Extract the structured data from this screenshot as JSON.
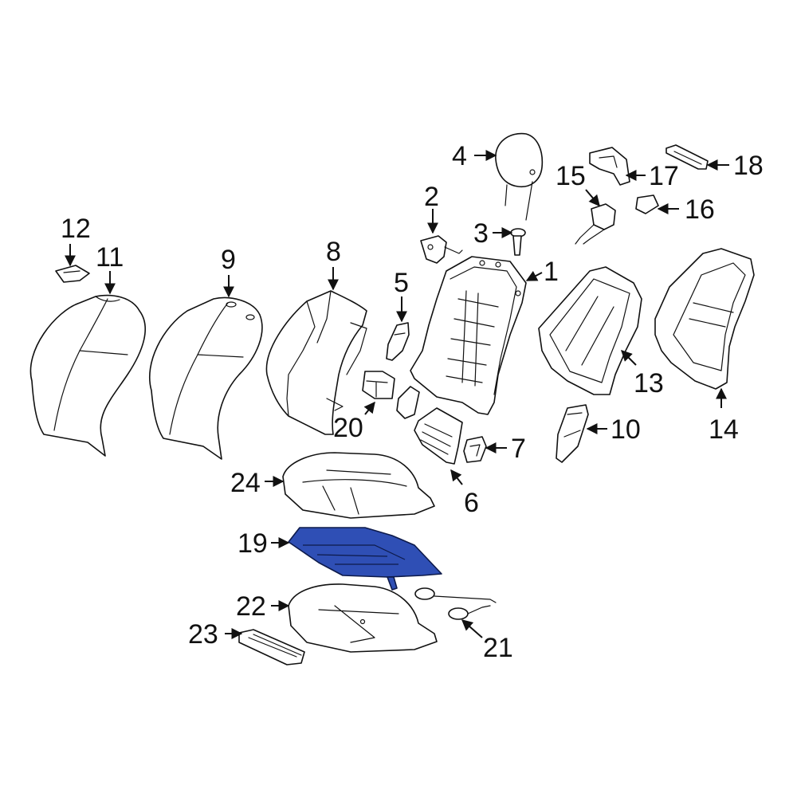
{
  "highlight_color": "#2f4fb5",
  "highlighted_part": "19",
  "callouts": {
    "c1": "1",
    "c2": "2",
    "c3": "3",
    "c4": "4",
    "c5": "5",
    "c6": "6",
    "c7": "7",
    "c8": "8",
    "c9": "9",
    "c10": "10",
    "c11": "11",
    "c12": "12",
    "c13": "13",
    "c14": "14",
    "c15": "15",
    "c16": "16",
    "c17": "17",
    "c18": "18",
    "c19": "19",
    "c20": "20",
    "c21": "21",
    "c22": "22",
    "c23": "23",
    "c24": "24"
  }
}
